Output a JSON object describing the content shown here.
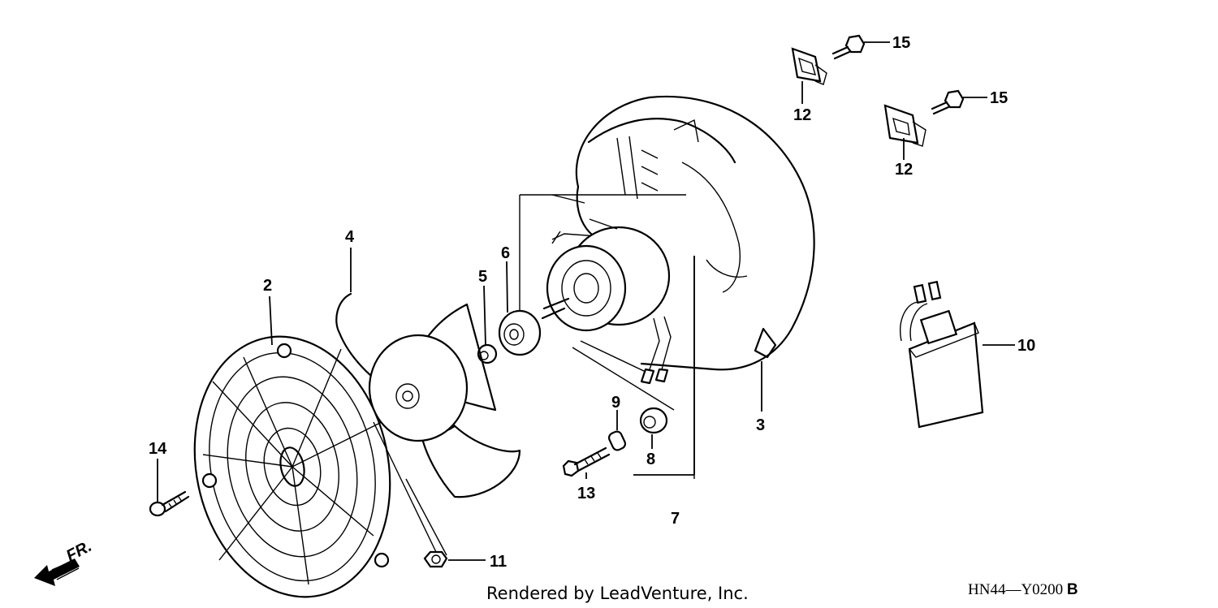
{
  "callouts": [
    {
      "id": "p2",
      "label": "2"
    },
    {
      "id": "p3",
      "label": "3"
    },
    {
      "id": "p4",
      "label": "4"
    },
    {
      "id": "p5",
      "label": "5"
    },
    {
      "id": "p6",
      "label": "6"
    },
    {
      "id": "p7",
      "label": "7"
    },
    {
      "id": "p8",
      "label": "8"
    },
    {
      "id": "p9",
      "label": "9"
    },
    {
      "id": "p10",
      "label": "10"
    },
    {
      "id": "p11",
      "label": "11"
    },
    {
      "id": "p12a",
      "label": "12"
    },
    {
      "id": "p12b",
      "label": "12"
    },
    {
      "id": "p13",
      "label": "13"
    },
    {
      "id": "p14",
      "label": "14"
    },
    {
      "id": "p15a",
      "label": "15"
    },
    {
      "id": "p15b",
      "label": "15"
    }
  ],
  "direction_label": "FR.",
  "footer": {
    "credit": "Rendered by LeadVenture, Inc.",
    "diagram_code": "HN44—Y0200",
    "revision": "B"
  }
}
